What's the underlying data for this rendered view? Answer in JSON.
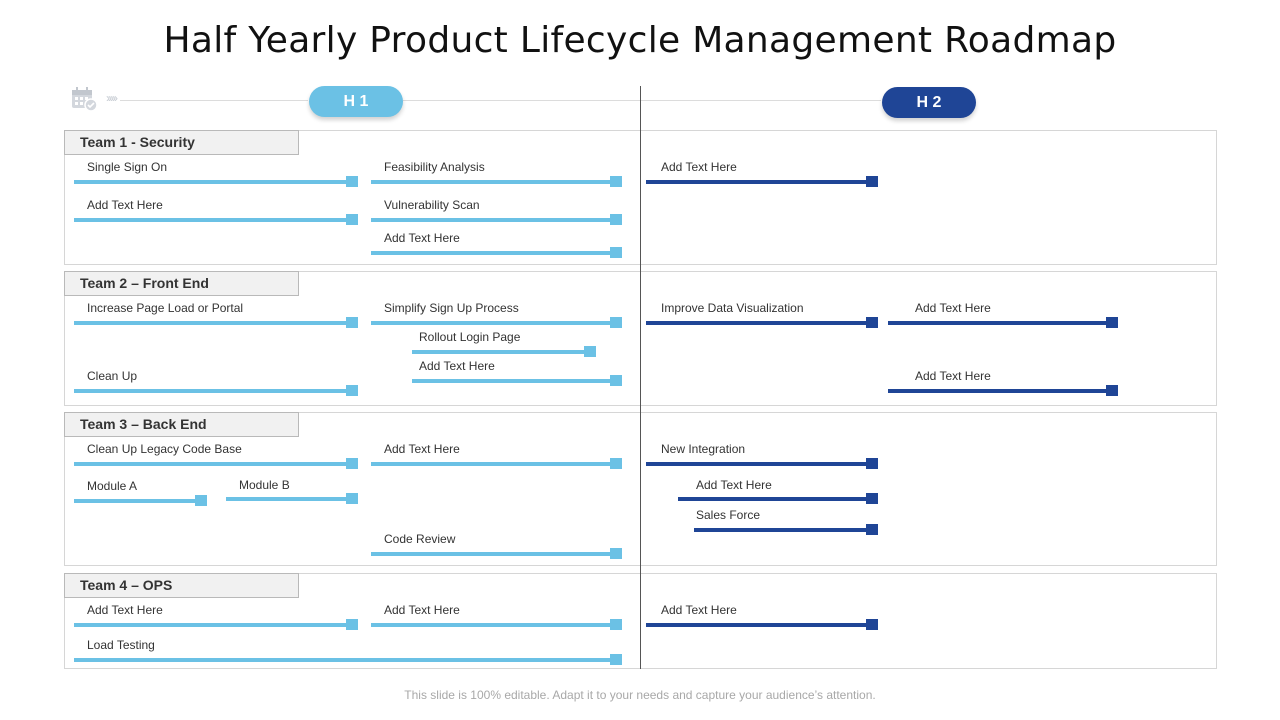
{
  "title": "Half Yearly Product Lifecycle Management Roadmap",
  "footer": "This slide is 100% editable. Adapt it to your needs and capture your audience’s attention.",
  "colors": {
    "h1": "#6bc1e5",
    "h2": "#1f4596",
    "grid": "#d6d6d6"
  },
  "header": {
    "icon": "calendar-check-icon",
    "phases": [
      {
        "label": "H 1"
      },
      {
        "label": "H 2"
      }
    ]
  },
  "teams": [
    {
      "label": "Team 1 - Security"
    },
    {
      "label": "Team 2 – Front End"
    },
    {
      "label": "Team 3 – Back End"
    },
    {
      "label": "Team 4 – OPS"
    }
  ],
  "tasks": [
    {
      "text": "Single Sign On",
      "team": 1,
      "phase": "H1"
    },
    {
      "text": "Feasibility Analysis",
      "team": 1,
      "phase": "H1"
    },
    {
      "text": "Add Text Here",
      "team": 1,
      "phase": "H2"
    },
    {
      "text": "Add Text Here",
      "team": 1,
      "phase": "H1"
    },
    {
      "text": "Vulnerability Scan",
      "team": 1,
      "phase": "H1"
    },
    {
      "text": "Add Text Here",
      "team": 1,
      "phase": "H1"
    },
    {
      "text": "Increase Page Load or Portal",
      "team": 2,
      "phase": "H1"
    },
    {
      "text": "Simplify Sign Up Process",
      "team": 2,
      "phase": "H1"
    },
    {
      "text": "Improve Data Visualization",
      "team": 2,
      "phase": "H2"
    },
    {
      "text": "Add Text Here",
      "team": 2,
      "phase": "H2"
    },
    {
      "text": "Rollout Login Page",
      "team": 2,
      "phase": "H1"
    },
    {
      "text": "Add Text Here",
      "team": 2,
      "phase": "H1"
    },
    {
      "text": "Clean Up",
      "team": 2,
      "phase": "H1"
    },
    {
      "text": "Add Text Here",
      "team": 2,
      "phase": "H2"
    },
    {
      "text": "Clean Up Legacy Code Base",
      "team": 3,
      "phase": "H1"
    },
    {
      "text": "Add Text Here",
      "team": 3,
      "phase": "H1"
    },
    {
      "text": "New Integration",
      "team": 3,
      "phase": "H2"
    },
    {
      "text": "Module A",
      "team": 3,
      "phase": "H1"
    },
    {
      "text": "Module B",
      "team": 3,
      "phase": "H1"
    },
    {
      "text": "Add Text Here",
      "team": 3,
      "phase": "H2"
    },
    {
      "text": "Sales Force",
      "team": 3,
      "phase": "H2"
    },
    {
      "text": "Code Review",
      "team": 3,
      "phase": "H1"
    },
    {
      "text": "Add Text Here",
      "team": 4,
      "phase": "H1"
    },
    {
      "text": "Add Text Here",
      "team": 4,
      "phase": "H1"
    },
    {
      "text": "Add Text Here",
      "team": 4,
      "phase": "H2"
    },
    {
      "text": "Load Testing",
      "team": 4,
      "phase": "H1"
    }
  ]
}
